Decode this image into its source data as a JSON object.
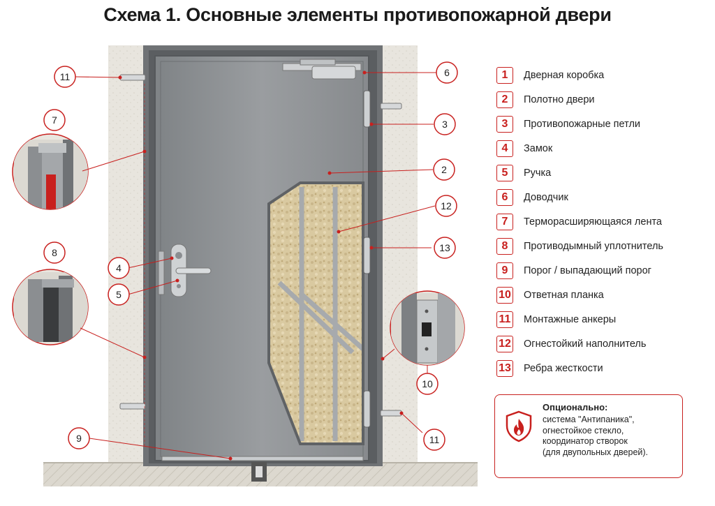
{
  "title": "Схема 1. Основные элементы противопожарной двери",
  "legend": [
    {
      "num": "1",
      "label": "Дверная коробка"
    },
    {
      "num": "2",
      "label": "Полотно двери"
    },
    {
      "num": "3",
      "label": "Противопожарные петли"
    },
    {
      "num": "4",
      "label": "Замок"
    },
    {
      "num": "5",
      "label": "Ручка"
    },
    {
      "num": "6",
      "label": "Доводчик"
    },
    {
      "num": "7",
      "label": "Терморасширяющаяся лента"
    },
    {
      "num": "8",
      "label": "Противодымный уплотнитель"
    },
    {
      "num": "9",
      "label": "Порог / выпадающий порог"
    },
    {
      "num": "10",
      "label": "Ответная планка"
    },
    {
      "num": "11",
      "label": "Монтажные анкеры"
    },
    {
      "num": "12",
      "label": "Огнестойкий наполнитель"
    },
    {
      "num": "13",
      "label": "Ребра жесткости"
    }
  ],
  "callouts": {
    "c11a": "11",
    "c7": "7",
    "c8": "8",
    "c4": "4",
    "c5": "5",
    "c9": "9",
    "c6": "6",
    "c3": "3",
    "c2": "2",
    "c12": "12",
    "c13": "13",
    "c10": "10",
    "c11b": "11"
  },
  "note": {
    "title": "Опционально:",
    "lines": [
      "система \"Антипаника\",",
      "огнестойкое стекло,",
      "координатор створок",
      "(для двупольных дверей)."
    ]
  },
  "colors": {
    "accent": "#c8201e",
    "door": "#8a8d90",
    "wall": "#e6e3dc"
  }
}
